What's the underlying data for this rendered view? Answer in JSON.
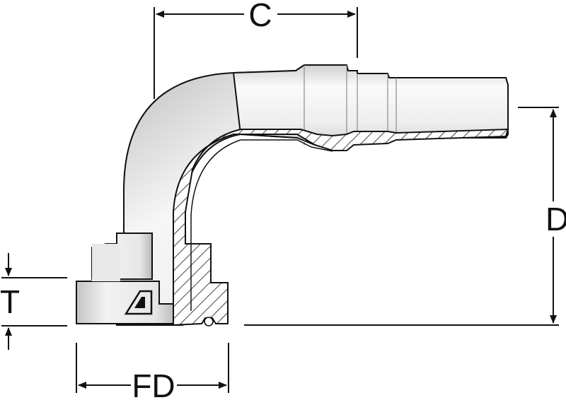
{
  "labels": {
    "c": "C",
    "d": "D",
    "t": "T",
    "fd": "FD"
  },
  "colors": {
    "line": "#111111",
    "body_light": "#f4f4f4",
    "body_mid": "#d6d6d6",
    "body_dark": "#9c9c9c",
    "section_fill": "#ffffff"
  },
  "icons": {
    "logo": "brand-logo-mark"
  }
}
